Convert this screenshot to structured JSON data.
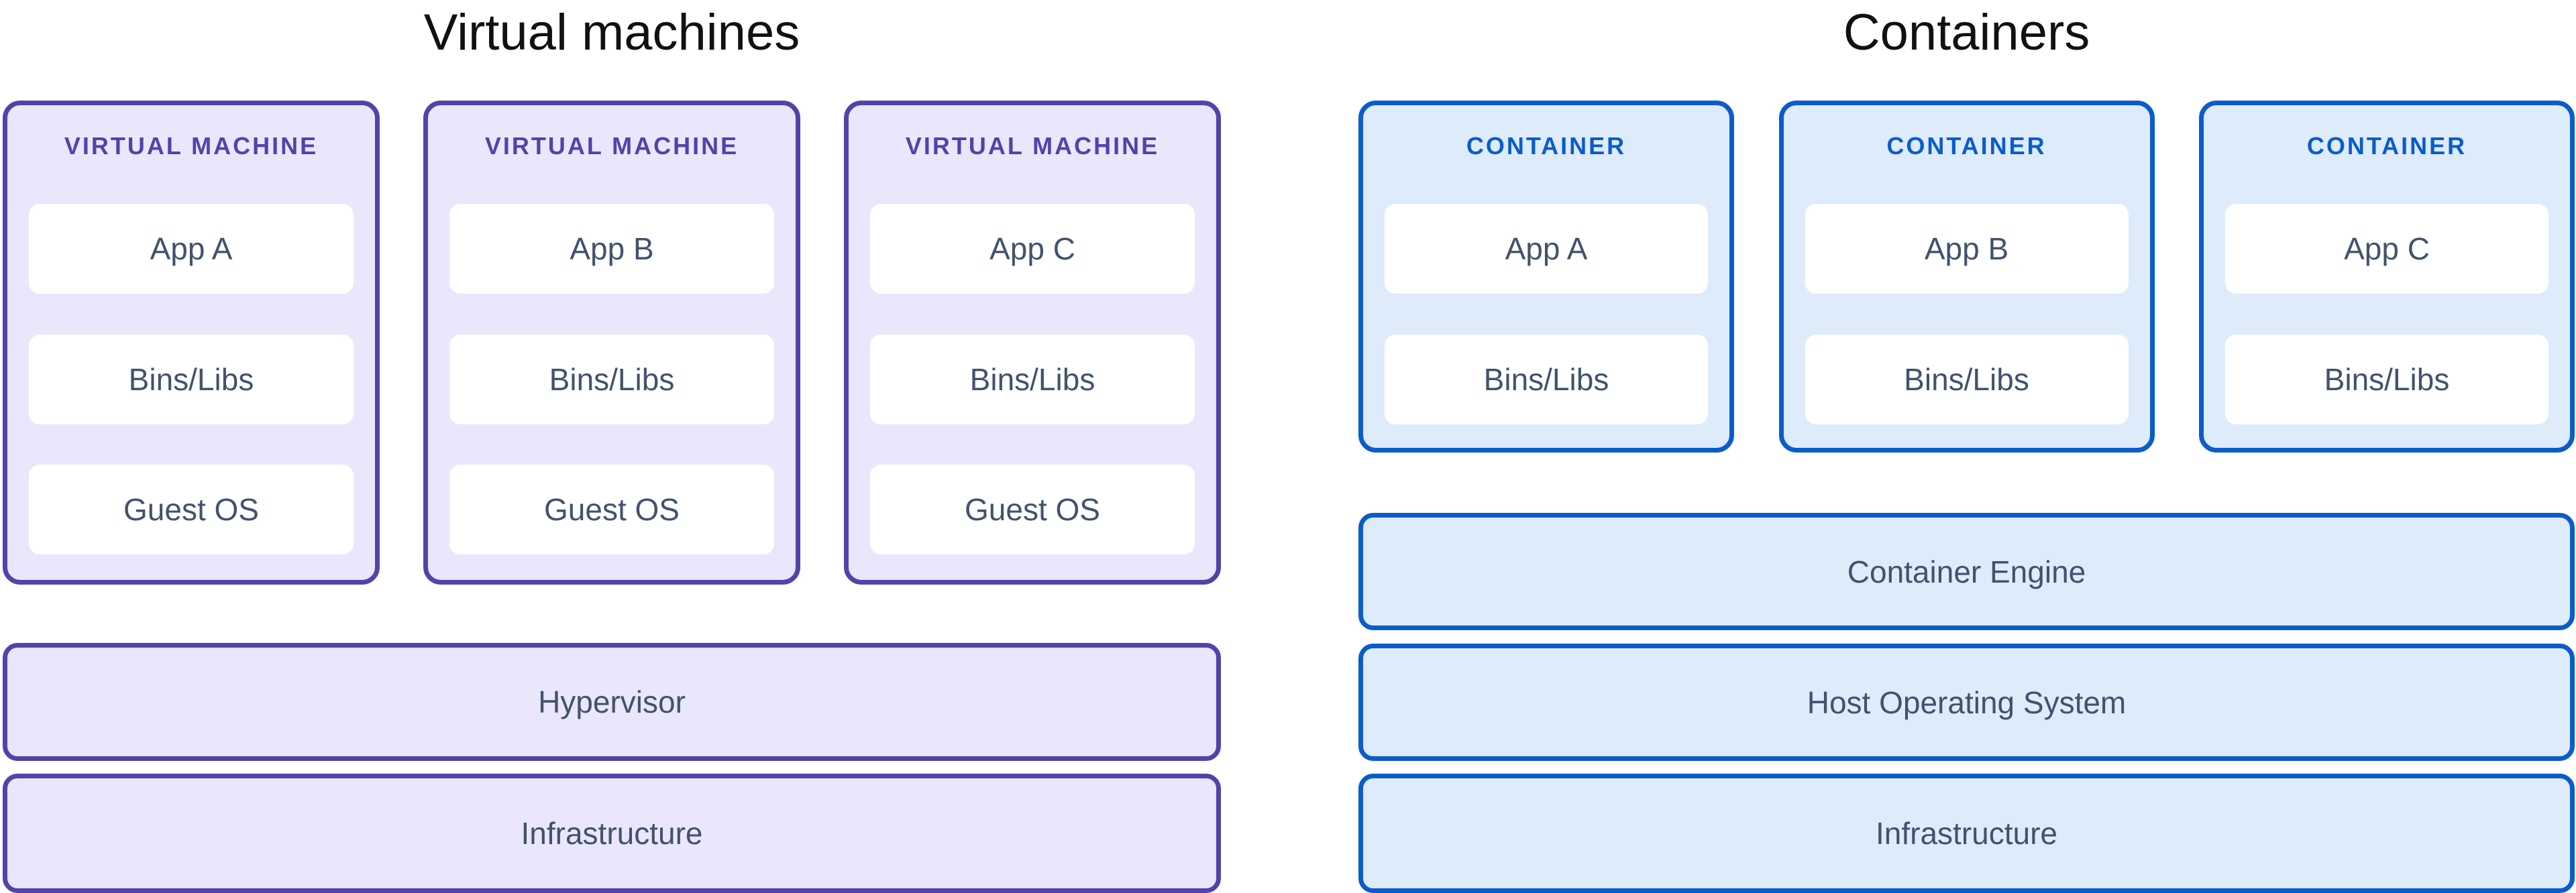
{
  "diagram": {
    "left": {
      "title": "Virtual machines",
      "card_header": "VIRTUAL MACHINE",
      "cards": [
        {
          "layers": [
            "App A",
            "Bins/Libs",
            "Guest OS"
          ]
        },
        {
          "layers": [
            "App B",
            "Bins/Libs",
            "Guest OS"
          ]
        },
        {
          "layers": [
            "App C",
            "Bins/Libs",
            "Guest OS"
          ]
        }
      ],
      "bars": [
        "Hypervisor",
        "Infrastructure"
      ]
    },
    "right": {
      "title": "Containers",
      "card_header": "CONTAINER",
      "cards": [
        {
          "layers": [
            "App A",
            "Bins/Libs"
          ]
        },
        {
          "layers": [
            "App B",
            "Bins/Libs"
          ]
        },
        {
          "layers": [
            "App C",
            "Bins/Libs"
          ]
        }
      ],
      "bars": [
        "Container Engine",
        "Host Operating System",
        "Infrastructure"
      ]
    },
    "colors": {
      "vm_border": "#5243AA",
      "vm_fill": "#EAE6FB",
      "vm_heading": "#5243AA",
      "container_border": "#0B5CCB",
      "container_fill": "#DEEBFB",
      "container_heading": "#0B5CCB",
      "layer_text": "#42526E",
      "title_text": "#111111"
    }
  }
}
